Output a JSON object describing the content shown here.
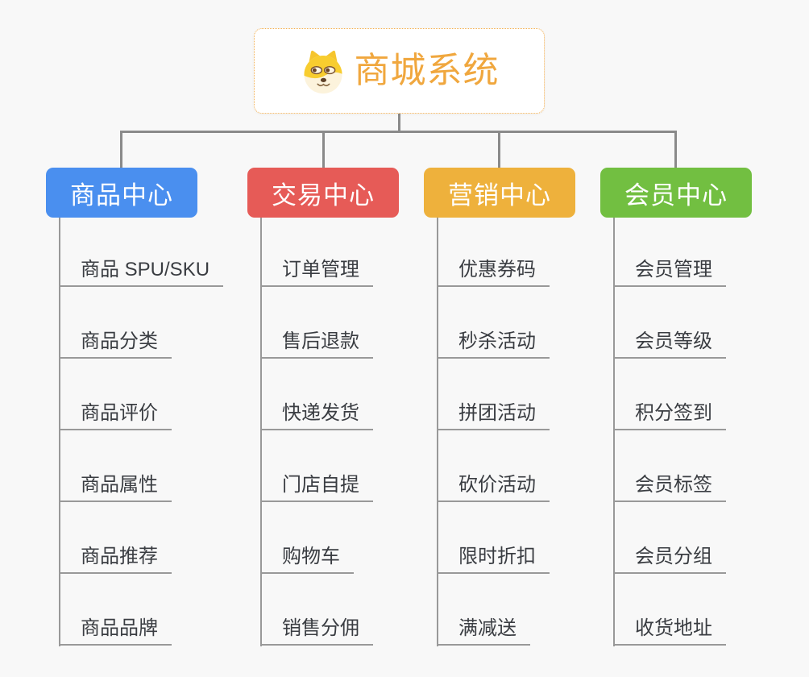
{
  "page": {
    "background": "#f8f8f8"
  },
  "root": {
    "title": "商城系统",
    "icon": "doge-icon",
    "title_color": "#f0a73e",
    "border_color": "#f3ae4e"
  },
  "connectors": {
    "line_color": "#8a8a8a",
    "child_line_color": "#999999"
  },
  "branches": [
    {
      "label": "商品中心",
      "color": "#4a8fef",
      "children": [
        "商品 SPU/SKU",
        "商品分类",
        "商品评价",
        "商品属性",
        "商品推荐",
        "商品品牌"
      ]
    },
    {
      "label": "交易中心",
      "color": "#e65b57",
      "children": [
        "订单管理",
        "售后退款",
        "快递发货",
        "门店自提",
        "购物车",
        "销售分佣"
      ]
    },
    {
      "label": "营销中心",
      "color": "#eeb13c",
      "children": [
        "优惠券码",
        "秒杀活动",
        "拼团活动",
        "砍价活动",
        "限时折扣",
        "满减送"
      ]
    },
    {
      "label": "会员中心",
      "color": "#72bf41",
      "children": [
        "会员管理",
        "会员等级",
        "积分签到",
        "会员标签",
        "会员分组",
        "收货地址"
      ]
    }
  ]
}
